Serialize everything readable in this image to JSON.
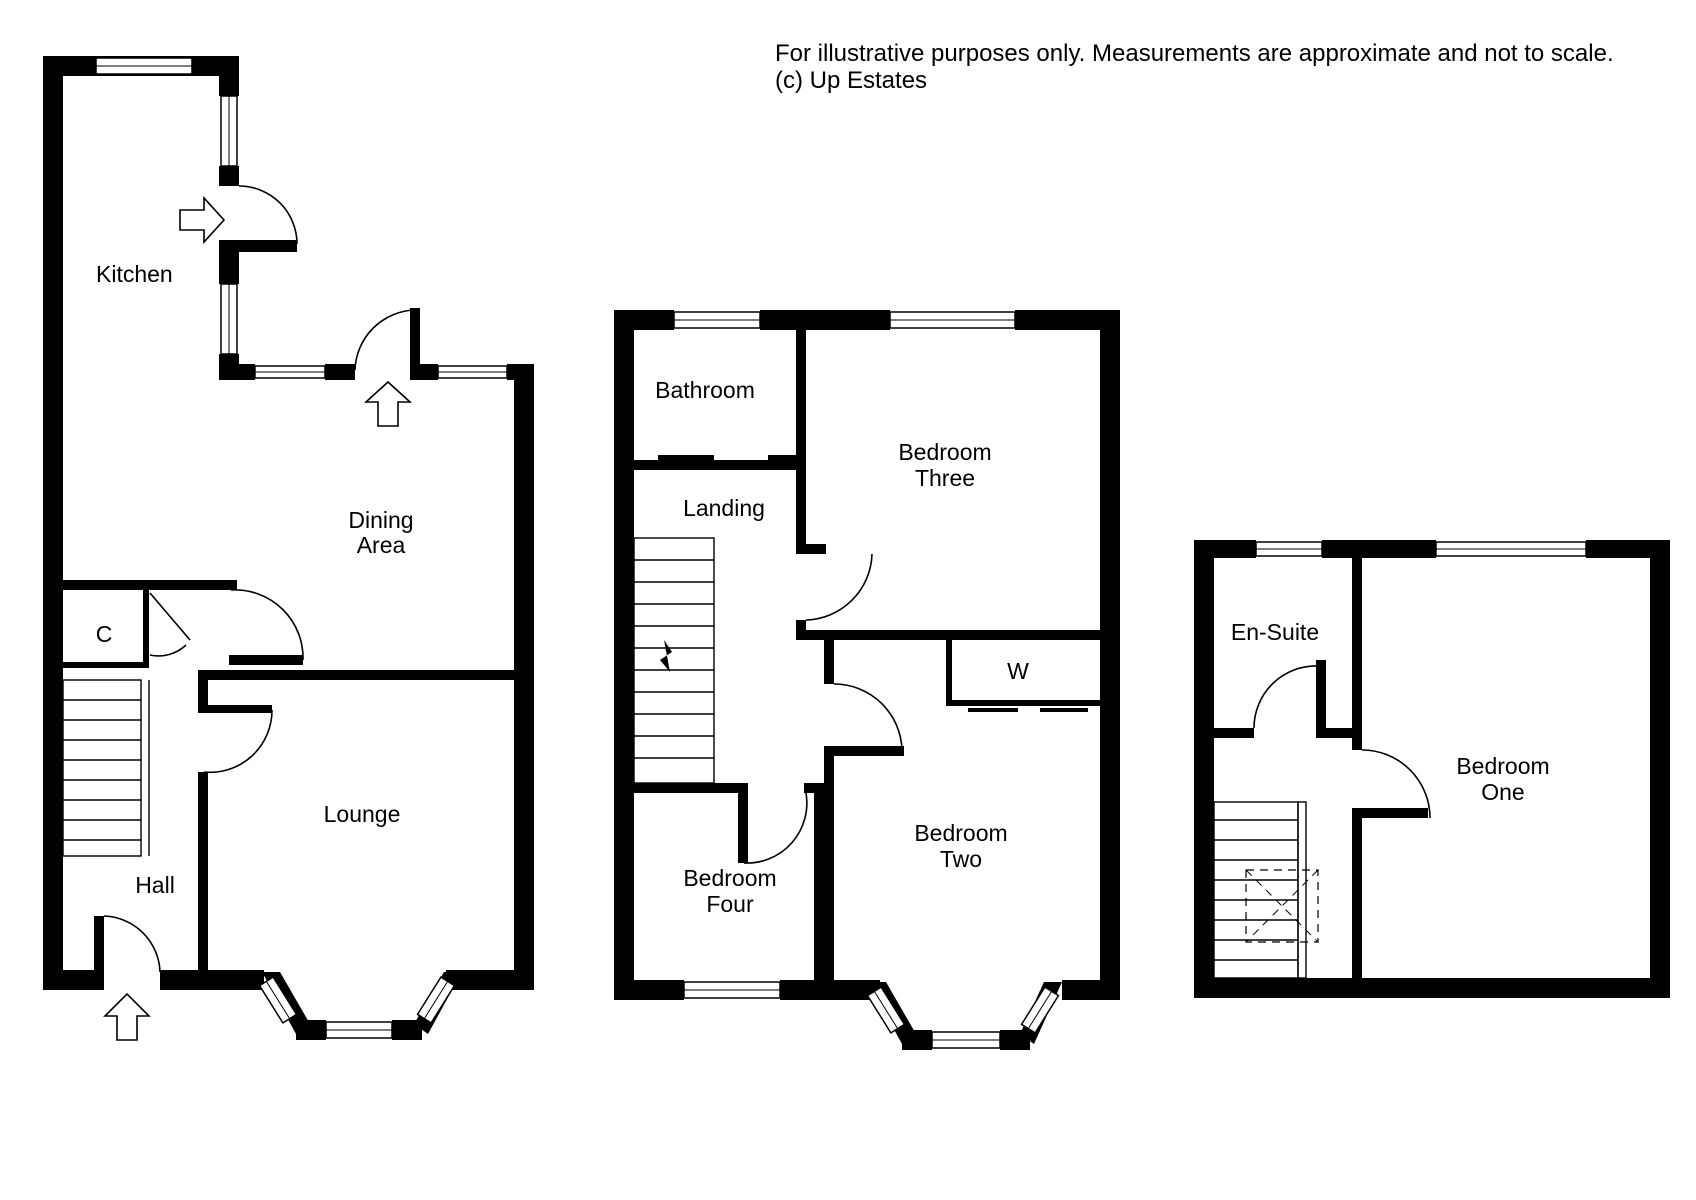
{
  "disclaimer": {
    "line1": "For illustrative purposes only. Measurements are approximate and not to scale.",
    "line2": "(c) Up Estates"
  },
  "rooms": {
    "kitchen": "Kitchen",
    "dining_l1": "Dining",
    "dining_l2": "Area",
    "cupboard": "C",
    "hall": "Hall",
    "lounge": "Lounge",
    "bathroom": "Bathroom",
    "landing": "Landing",
    "bedroom_three_l1": "Bedroom",
    "bedroom_three_l2": "Three",
    "wardrobe": "W",
    "bedroom_two_l1": "Bedroom",
    "bedroom_two_l2": "Two",
    "bedroom_four_l1": "Bedroom",
    "bedroom_four_l2": "Four",
    "ensuite": "En-Suite",
    "bedroom_one_l1": "Bedroom",
    "bedroom_one_l2": "One"
  },
  "colors": {
    "wall": "#000000",
    "background": "#ffffff"
  }
}
